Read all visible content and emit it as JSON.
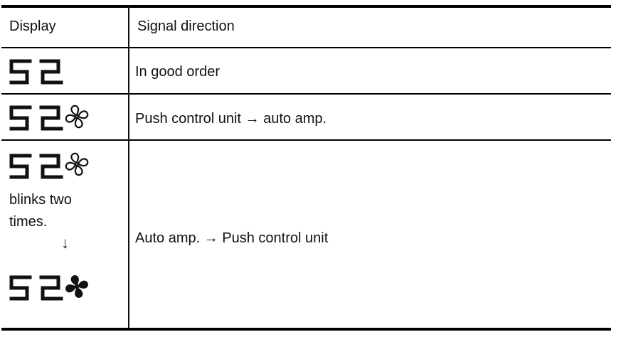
{
  "table": {
    "headers": [
      "Display",
      "Signal direction"
    ],
    "rows": [
      {
        "display_code": "52",
        "fan_icon": "none",
        "signal": "In good order"
      },
      {
        "display_code": "52",
        "fan_icon": "fan-outline-icon",
        "signal": "Push control unit → auto amp."
      },
      {
        "display_code": "52",
        "fan_icon": "fan-outline-icon",
        "note_line1": "blinks two",
        "note_line2": "times.",
        "arrow": "↓",
        "display_code_after": "52",
        "fan_icon_after": "fan-filled-icon",
        "signal": "Auto amp. → Push control unit"
      }
    ]
  }
}
